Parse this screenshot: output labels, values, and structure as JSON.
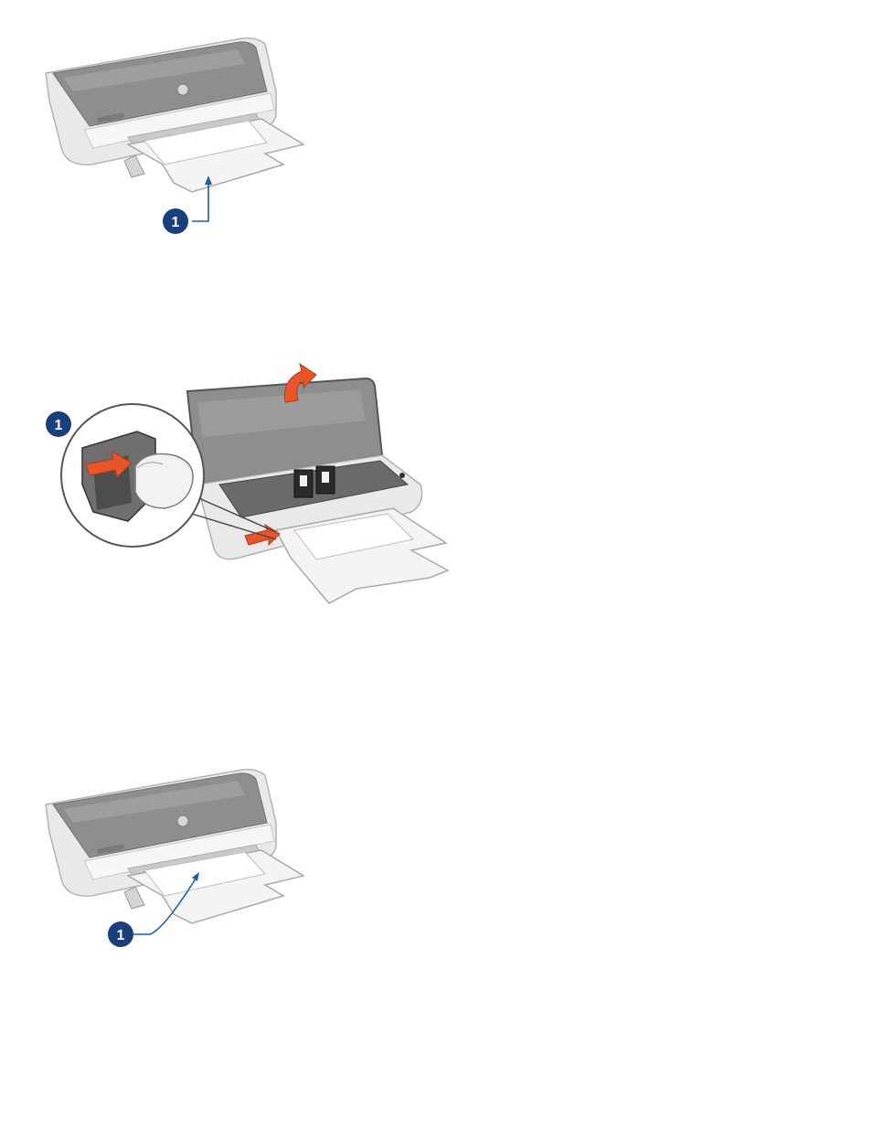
{
  "figures": [
    {
      "id": "fig1",
      "callout": "1"
    },
    {
      "id": "fig2",
      "callout": "1"
    },
    {
      "id": "fig3",
      "callout": "1"
    }
  ],
  "colors": {
    "printer_body": "#e9e9e9",
    "printer_lid": "#8e8e8e",
    "paper": "#f4f4f4",
    "callout_blue": "#1b3f7c",
    "arrow_blue": "#1d5fa8",
    "action_orange": "#e8552a"
  }
}
